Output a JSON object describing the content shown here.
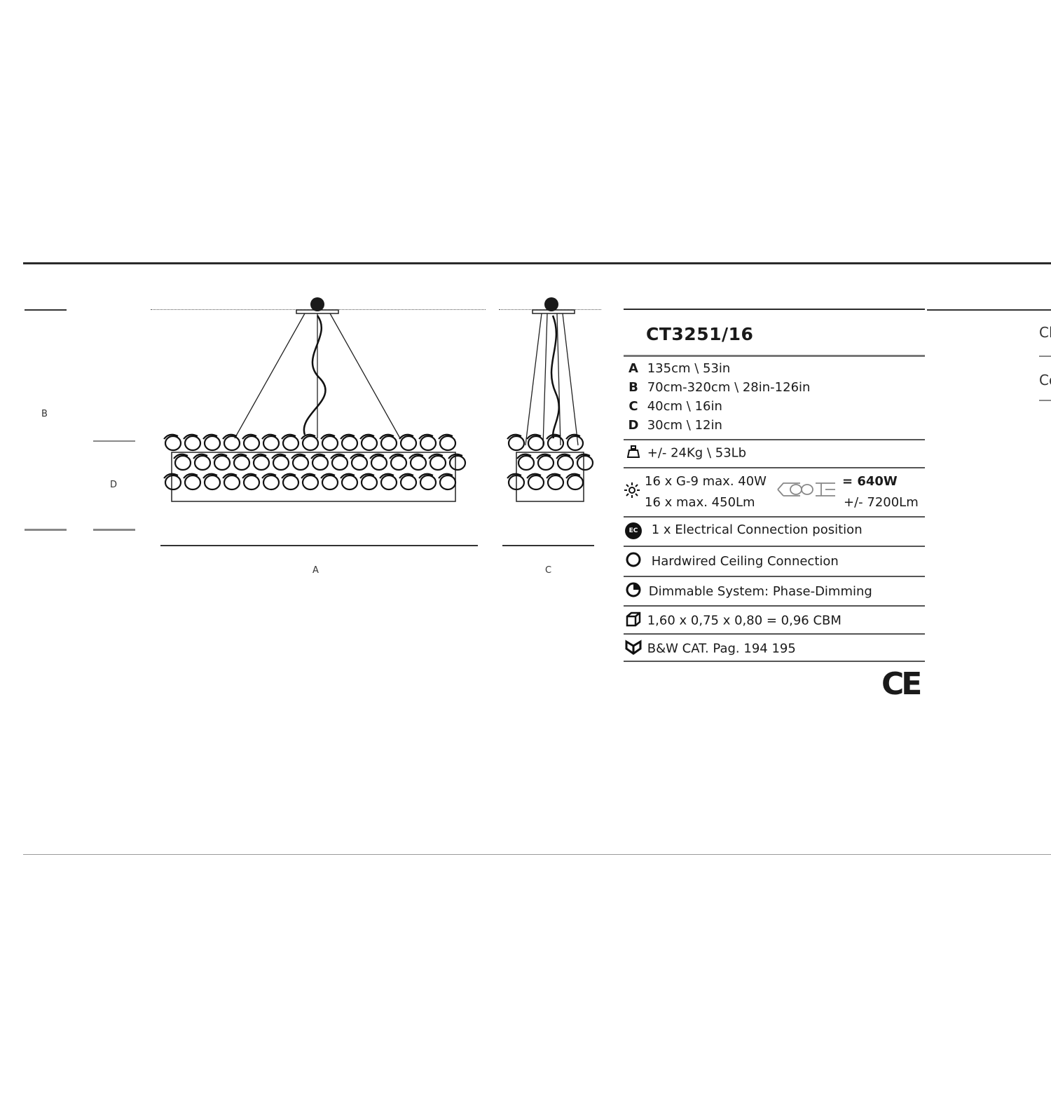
{
  "drawing": {
    "label_b": "B",
    "label_d": "D",
    "label_a": "A",
    "label_c": "C",
    "ec_badge": "EC"
  },
  "specs": {
    "code": "CT3251/16",
    "dimensions": [
      {
        "key": "A",
        "value": "135cm \\ 53in"
      },
      {
        "key": "B",
        "value": "70cm-320cm \\ 28in-126in"
      },
      {
        "key": "C",
        "value": "40cm \\ 16in"
      },
      {
        "key": "D",
        "value": "30cm \\ 12in"
      }
    ],
    "weight": "+/- 24Kg \\ 53Lb",
    "bulbs_line": "16 x G-9 max. 40W",
    "lumens_line": "16 x max. 450Lm",
    "total_watt": "= 640W",
    "total_lumen": "+/- 7200Lm",
    "ec_badge": "EC",
    "electrical": "1 x Electrical Connection position",
    "ceiling": "Hardwired Ceiling Connection",
    "dimmable": "Dimmable System: Phase-Dimming",
    "volume": "1,60 x 0,75 x 0,80 = 0,96 CBM",
    "catalog": "B&W CAT. Pag. 194 195",
    "ce_mark": "CE"
  },
  "right_fragments": [
    "Cl",
    "Co"
  ],
  "icons": {
    "weight": "weight-icon",
    "bulb": "light-sun-icon",
    "bulb_shape": "g9-bulb-icon",
    "ec": "ec-badge-icon",
    "ceiling": "ring-icon",
    "dimmable": "dimmer-icon",
    "volume": "box-icon",
    "catalog": "catalog-icon"
  }
}
